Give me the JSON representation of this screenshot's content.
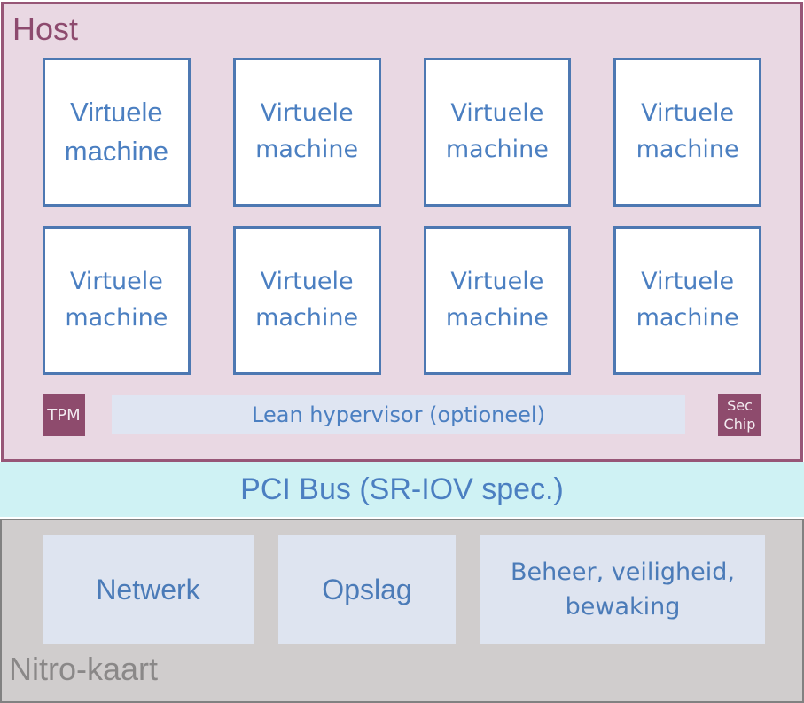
{
  "host": {
    "title": "Host",
    "vms": [
      "Virtuele machine",
      "Virtuele machine",
      "Virtuele machine",
      "Virtuele machine",
      "Virtuele machine",
      "Virtuele machine",
      "Virtuele machine",
      "Virtuele machine"
    ],
    "tpm_label": "TPM",
    "hypervisor_label": "Lean hypervisor (optioneel)",
    "sec_chip_label": "Sec Chip"
  },
  "pci_bus": {
    "label": "PCI Bus (SR-IOV spec.)"
  },
  "nitro_card": {
    "title": "Nitro-kaart",
    "modules": [
      {
        "label": "Netwerk"
      },
      {
        "label": "Opslag"
      },
      {
        "label": "Beheer, veiligheid, bewaking"
      }
    ]
  },
  "colors": {
    "host_bg": "#e9d8e3",
    "host_border": "#975677",
    "host_title": "#8d4a6e",
    "vm_border": "#4d78b2",
    "vm_text": "#4b7fc1",
    "chip_bg": "#8e4b6d",
    "chip_text": "#f3ecf1",
    "hypervisor_bg": "#dfe5f2",
    "pci_bg": "#cff2f4",
    "nitro_bg": "#d0cdcd",
    "nitro_border": "#818181",
    "nitro_title": "#8a8888",
    "module_bg": "#dee4f0",
    "module_text": "#4b7bb8"
  }
}
